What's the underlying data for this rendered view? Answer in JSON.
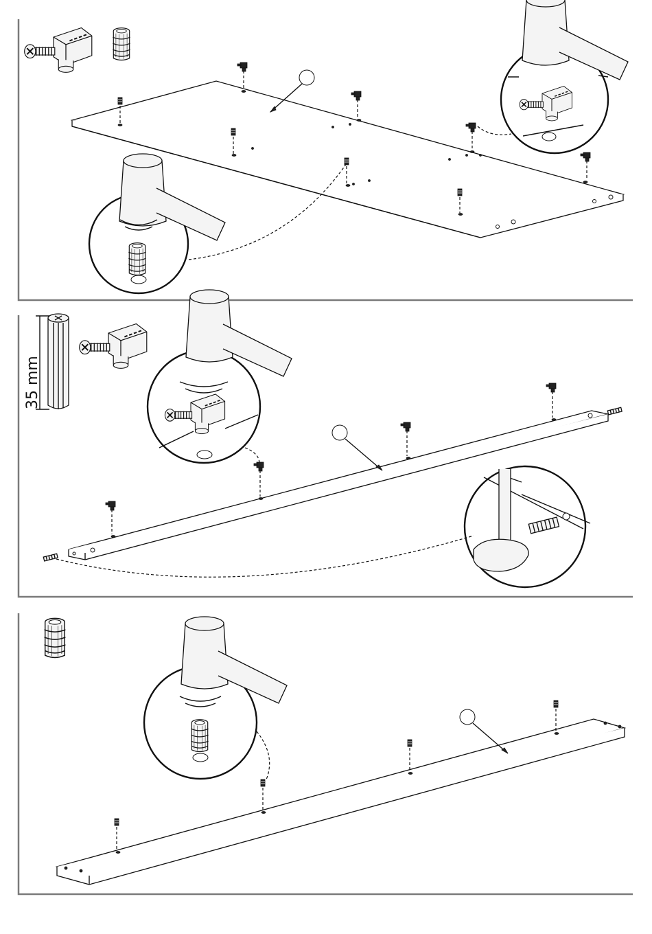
{
  "steps": [
    {
      "id": "step-1",
      "parts": [
        "cam-lock-fitting",
        "nylon-insert-dowel"
      ],
      "callouts": 1
    },
    {
      "id": "step-2",
      "parts": [
        "wooden-dowel",
        "cam-lock-fitting"
      ],
      "dowel_length_label": "35 mm",
      "callouts": 1
    },
    {
      "id": "step-3",
      "parts": [
        "nylon-insert-dowel"
      ],
      "callouts": 1
    }
  ],
  "icons": [
    "hammer-icon",
    "cam-lock-icon",
    "insert-dowel-icon",
    "wooden-dowel-icon",
    "panel-label-circle"
  ],
  "colors": {
    "line": "#111111",
    "frame": "#7a7a7a",
    "background": "#ffffff"
  }
}
